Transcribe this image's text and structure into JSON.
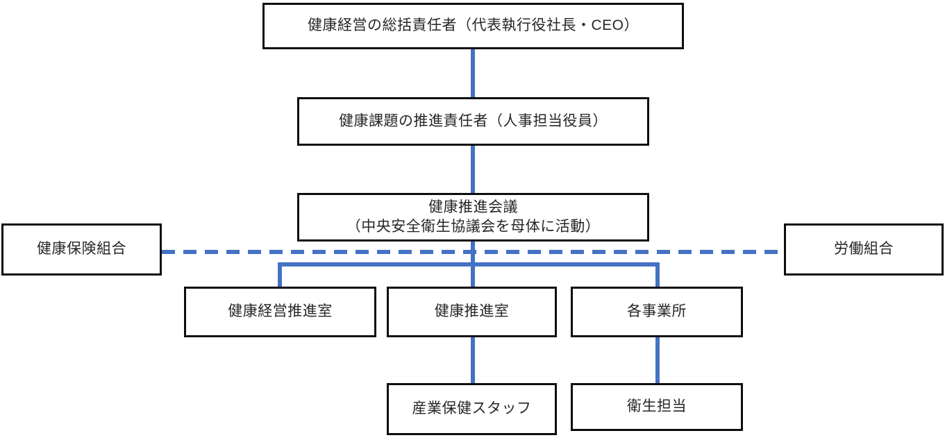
{
  "diagram": {
    "type": "org-chart",
    "accent_color": "#4472C4",
    "border_color": "#0d0d0d",
    "boxes": {
      "ceo": "健康経営の総括責任者（代表執行役社長・CEO）",
      "hr": "健康課題の推進責任者（人事担当役員）",
      "council_line1": "健康推進会議",
      "council_line2": "（中央安全衛生協議会を母体に活動）",
      "insurance": "健康保険組合",
      "union": "労働組合",
      "keiei_office": "健康経営推進室",
      "suishin_office": "健康推進室",
      "offices": "各事業所",
      "sangyo_staff": "産業保健スタッフ",
      "eisei": "衛生担当"
    }
  }
}
